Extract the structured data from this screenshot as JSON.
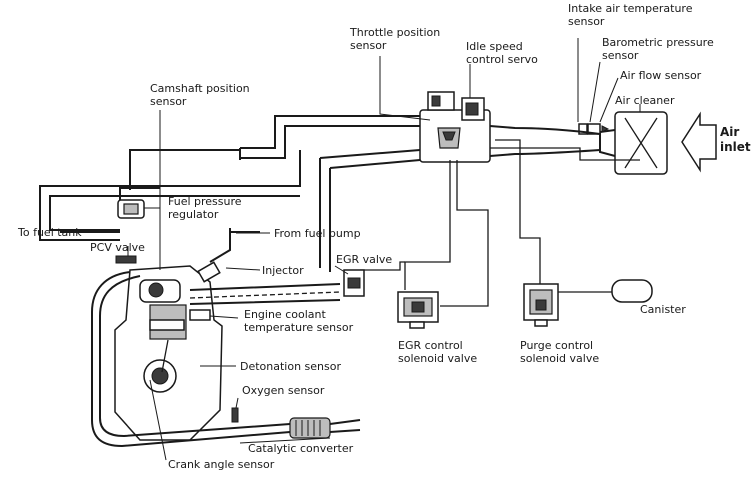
{
  "labels": {
    "intake_air_temperature_sensor": [
      "Intake air temperature",
      "sensor"
    ],
    "throttle_position_sensor": [
      "Throttle  position",
      "sensor"
    ],
    "idle_speed_control_servo": [
      "Idle speed",
      "control servo"
    ],
    "barometric_pressure_sensor": [
      "Barometric  pressure",
      "sensor"
    ],
    "air_flow_sensor": "Air flow sensor",
    "air_cleaner": "Air cleaner",
    "air_inlet": [
      "Air",
      "inlet"
    ],
    "camshaft_position_sensor": [
      "Camshaft position",
      "sensor"
    ],
    "fuel_pressure_regulator": [
      "Fuel pressure",
      "regulator"
    ],
    "to_fuel_tank": "To fuel tank",
    "from_fuel_pump": "From fuel pump",
    "pcv_valve": "PCV valve",
    "injector": "Injector",
    "egr_valve": "EGR valve",
    "engine_coolant_temperature_sensor": [
      "Engine coolant",
      "temperature sensor"
    ],
    "canister": "Canister",
    "egr_control_solenoid_valve": [
      "EGR control",
      "solenoid valve"
    ],
    "purge_control_solenoid_valve": [
      "Purge  control",
      "solenoid valve"
    ],
    "detonation_sensor": "Detonation sensor",
    "oxygen_sensor": "Oxygen sensor",
    "catalytic_converter": "Catalytic converter",
    "crank_angle_sensor": "Crank angle sensor"
  },
  "colors": {
    "ink": "#1a1a1a",
    "background": "#ffffff",
    "shade": "#bdbdbd"
  }
}
